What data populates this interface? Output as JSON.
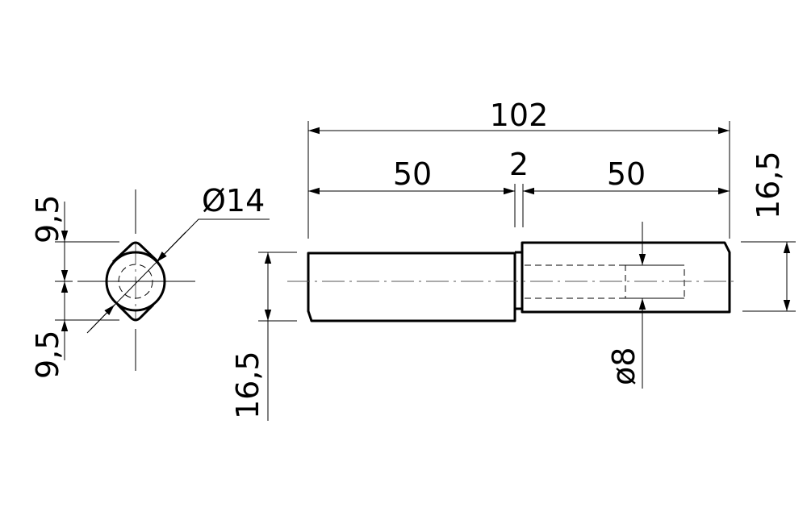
{
  "drawing": {
    "dimensions": {
      "overall_length": "102",
      "left_length": "50",
      "gap_length": "2",
      "right_length": "50",
      "right_height": "16,5",
      "left_height": "16,5",
      "upper_offset": "9,5",
      "lower_offset": "9,5",
      "outer_diameter": "Ø14",
      "bore_diameter": "ø8"
    }
  }
}
